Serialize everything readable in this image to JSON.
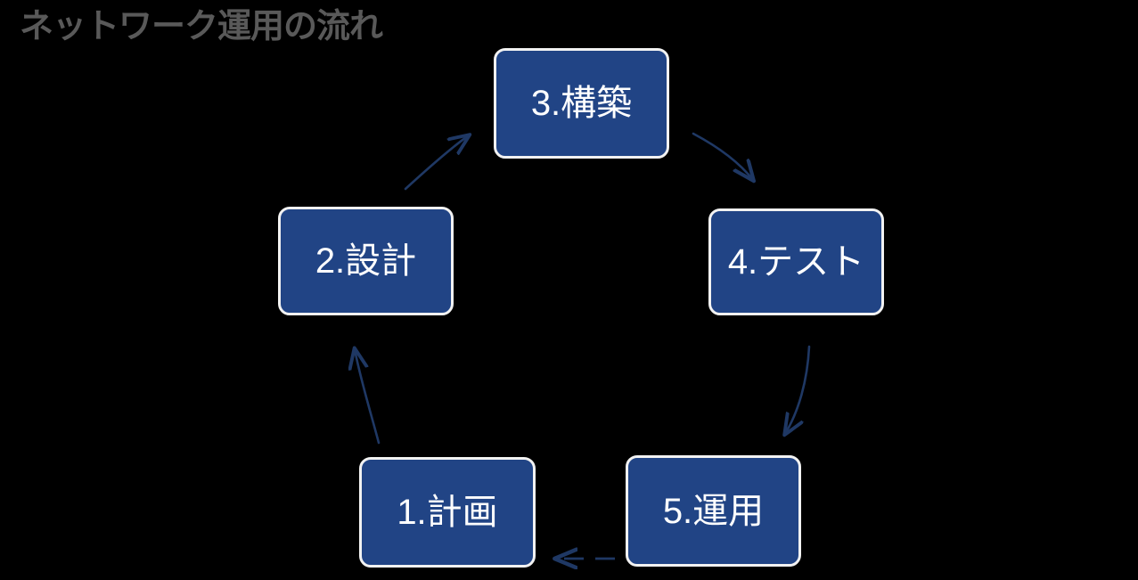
{
  "page": {
    "title": "ネットワーク運用の流れ",
    "background_color": "#000000",
    "title_color": "#595959"
  },
  "diagram": {
    "type": "cycle-flow",
    "node_fill_color": "#214485",
    "node_border_color": "#F2F2F2",
    "node_text_color": "#FFFFFF",
    "arrow_color": "#1F3864",
    "nodes": [
      {
        "id": "plan",
        "label": "1.計画",
        "step": 1
      },
      {
        "id": "design",
        "label": "2.設計",
        "step": 2
      },
      {
        "id": "build",
        "label": "3.構築",
        "step": 3
      },
      {
        "id": "test",
        "label": "4.テスト",
        "step": 4
      },
      {
        "id": "operate",
        "label": "5.運用",
        "step": 5
      }
    ],
    "connectors": [
      {
        "id": "plan-to-design",
        "from": "plan",
        "to": "design",
        "style": "solid",
        "direction": "up"
      },
      {
        "id": "design-to-build",
        "from": "design",
        "to": "build",
        "style": "solid",
        "direction": "up-right"
      },
      {
        "id": "build-to-test",
        "from": "build",
        "to": "test",
        "style": "solid",
        "direction": "down-right"
      },
      {
        "id": "test-to-operate",
        "from": "test",
        "to": "operate",
        "style": "solid",
        "direction": "down"
      },
      {
        "id": "operate-to-plan",
        "from": "operate",
        "to": "plan",
        "style": "dashed",
        "direction": "left"
      }
    ]
  }
}
